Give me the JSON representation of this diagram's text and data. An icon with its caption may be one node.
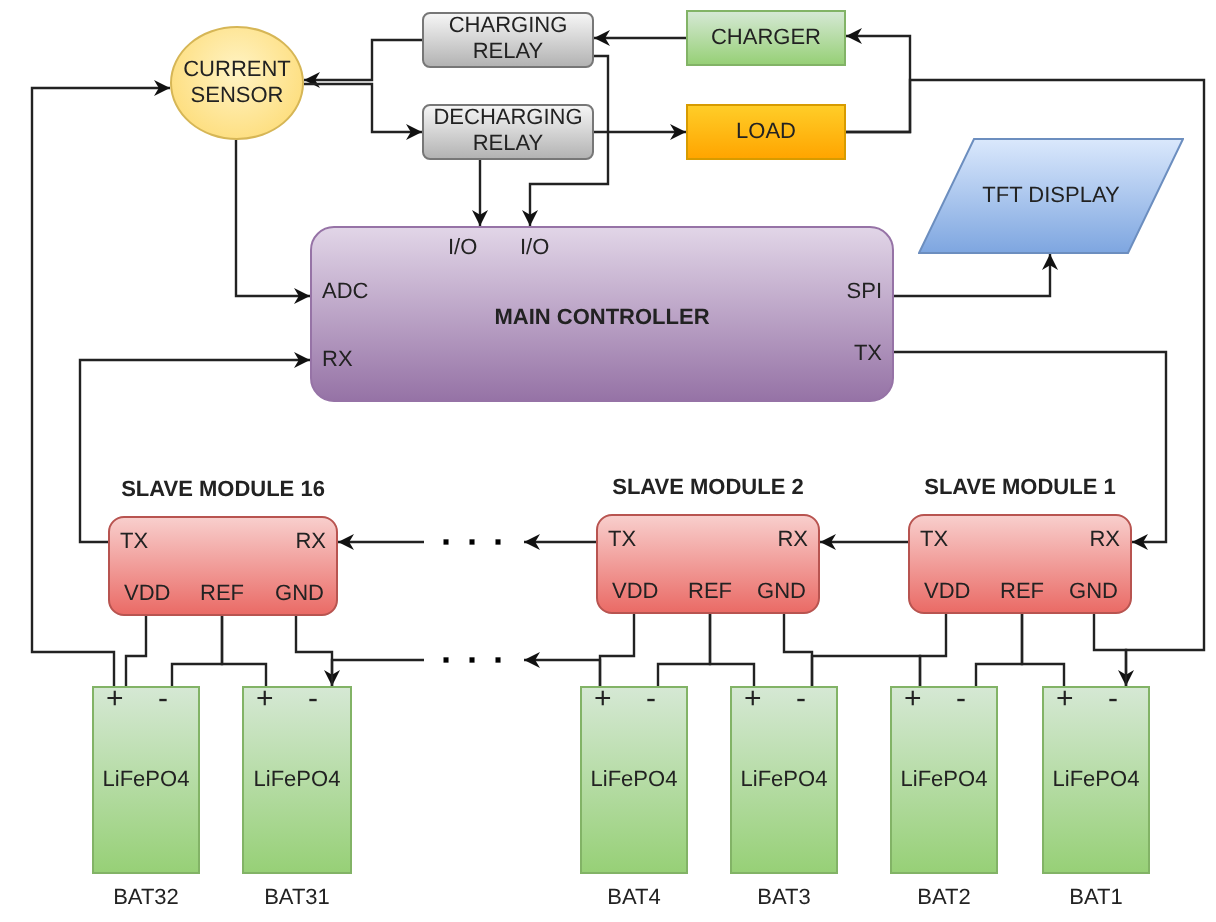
{
  "diagram": {
    "nodes": [
      {
        "text": [
          "CURRENT SENSOR"
        ]
      },
      {
        "text": [
          "CHARGING RELAY"
        ]
      },
      {
        "text": [
          "DECHARGING RELAY"
        ]
      },
      {
        "text": [
          "CHARGER"
        ]
      },
      {
        "text": [
          "LOAD"
        ]
      },
      {
        "text": [
          "I/O",
          "I/O",
          "ADC",
          "SPI",
          "MAIN CONTROLLER",
          "RX",
          "TX"
        ]
      },
      {
        "text": [
          "TFT DISPLAY"
        ]
      },
      {
        "text": [
          "SLAVE MODULE 16",
          "TX",
          "RX",
          "VDD",
          "REF",
          "GND"
        ]
      },
      {
        "text": [
          "SLAVE MODULE 2",
          "TX",
          "RX",
          "VDD",
          "REF",
          "GND"
        ]
      },
      {
        "text": [
          "SLAVE MODULE 1",
          "TX",
          "RX",
          "VDD",
          "REF",
          "GND"
        ]
      },
      {
        "text": [
          "· · ·"
        ]
      },
      {
        "text": [
          "· · ·"
        ]
      },
      {
        "text": [
          "+",
          "-",
          "LiFePO4"
        ],
        "beside": [
          "BAT32"
        ]
      },
      {
        "text": [
          "+",
          "-",
          "LiFePO4"
        ],
        "beside": [
          "BAT31"
        ]
      },
      {
        "text": [
          "+",
          "-",
          "LiFePO4"
        ],
        "beside": [
          "BAT4"
        ]
      },
      {
        "text": [
          "+",
          "-",
          "LiFePO4"
        ],
        "beside": [
          "BAT3"
        ]
      },
      {
        "text": [
          "+",
          "-",
          "LiFePO4"
        ],
        "beside": [
          "BAT2"
        ]
      },
      {
        "text": [
          "+",
          "-",
          "LiFePO4"
        ],
        "beside": [
          "BAT1"
        ]
      }
    ],
    "edges": [
      {
        "from": 1,
        "to": 0,
        "arrow": "to"
      },
      {
        "from": 0,
        "to": 2,
        "arrow": "to"
      },
      {
        "from": 3,
        "to": 1,
        "arrow": "to"
      },
      {
        "from": 2,
        "to": 4,
        "arrow": "to"
      },
      {
        "from": 1,
        "to": 5,
        "arrow": "to"
      },
      {
        "from": 2,
        "to": 5,
        "arrow": "to"
      },
      {
        "from": 4,
        "to": 3,
        "arrow": "to"
      },
      {
        "from": 4,
        "to": 17,
        "arrow": "to"
      },
      {
        "from": 12,
        "to": 0,
        "arrow": "to"
      },
      {
        "from": 0,
        "to": 5,
        "arrow": "to"
      },
      {
        "from": 5,
        "to": 6,
        "arrow": "to"
      },
      {
        "from": 5,
        "to": 9,
        "arrow": "to"
      },
      {
        "from": 9,
        "to": 8,
        "arrow": "to"
      },
      {
        "from": 8,
        "to": 10,
        "arrow": "to"
      },
      {
        "from": 10,
        "to": 7,
        "arrow": "to"
      },
      {
        "from": 7,
        "to": 5,
        "arrow": "to"
      },
      {
        "from": 14,
        "to": 11,
        "arrow": "to"
      },
      {
        "from": 11,
        "to": 13,
        "arrow": "to"
      },
      {
        "from": 9,
        "to": 16,
        "arrow": "none"
      },
      {
        "from": 9,
        "to": 16,
        "arrow": "none"
      },
      {
        "from": 9,
        "to": 17,
        "arrow": "none"
      },
      {
        "from": 9,
        "to": 17,
        "arrow": "none"
      },
      {
        "from": 15,
        "to": 16,
        "arrow": "none"
      },
      {
        "from": 8,
        "to": 14,
        "arrow": "none"
      },
      {
        "from": 8,
        "to": 14,
        "arrow": "none"
      },
      {
        "from": 8,
        "to": 15,
        "arrow": "none"
      },
      {
        "from": 8,
        "to": 15,
        "arrow": "none"
      },
      {
        "from": 7,
        "to": 12,
        "arrow": "none"
      },
      {
        "from": 7,
        "to": 12,
        "arrow": "none"
      },
      {
        "from": 7,
        "to": 13,
        "arrow": "none"
      },
      {
        "from": 7,
        "to": 13,
        "arrow": "none"
      }
    ]
  }
}
